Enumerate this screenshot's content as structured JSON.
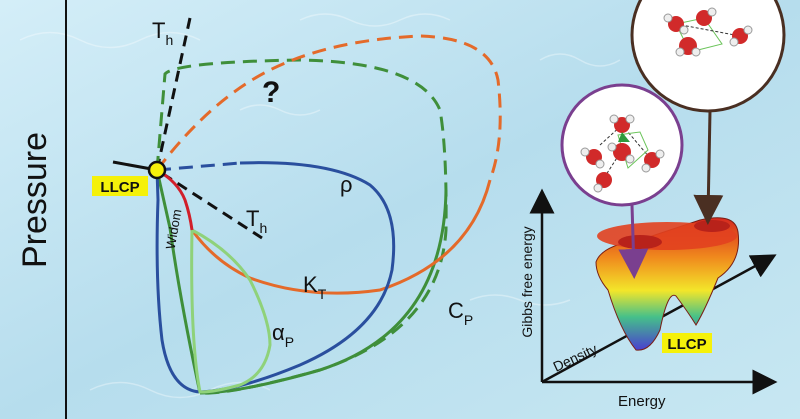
{
  "phase_diagram": {
    "y_axis_label": "Pressure",
    "critical_point_label": "LLCP",
    "widom_label": "Widom",
    "question_mark": "?",
    "th_upper": {
      "main": "T",
      "sub": "h"
    },
    "th_lower": {
      "main": "T",
      "sub": "h"
    },
    "rho_label": "ρ",
    "kt_label": {
      "main": "K",
      "sub": "T"
    },
    "alpha_label": {
      "main": "α",
      "sub": "P"
    },
    "cp_label": {
      "main": "C",
      "sub": "P"
    }
  },
  "energy_landscape": {
    "x_axis_label": "Energy",
    "y_axis_label": "Gibbs free energy",
    "depth_axis_label": "Density",
    "llcp_label": "LLCP"
  },
  "colors": {
    "rho_curve": "#2a4f9e",
    "kt_curve": "#e46a2a",
    "cp_curve": "#3f8f3a",
    "alpha_curve": "#8fd27a",
    "widom_line": "#d11f2a",
    "llcp_highlight": "#f5f10a",
    "bubble_low_density": "#7a3f8f",
    "bubble_high_density": "#4a2f22"
  },
  "icons": [
    "water-molecule-cluster-icon",
    "water-molecule-network-icon"
  ]
}
